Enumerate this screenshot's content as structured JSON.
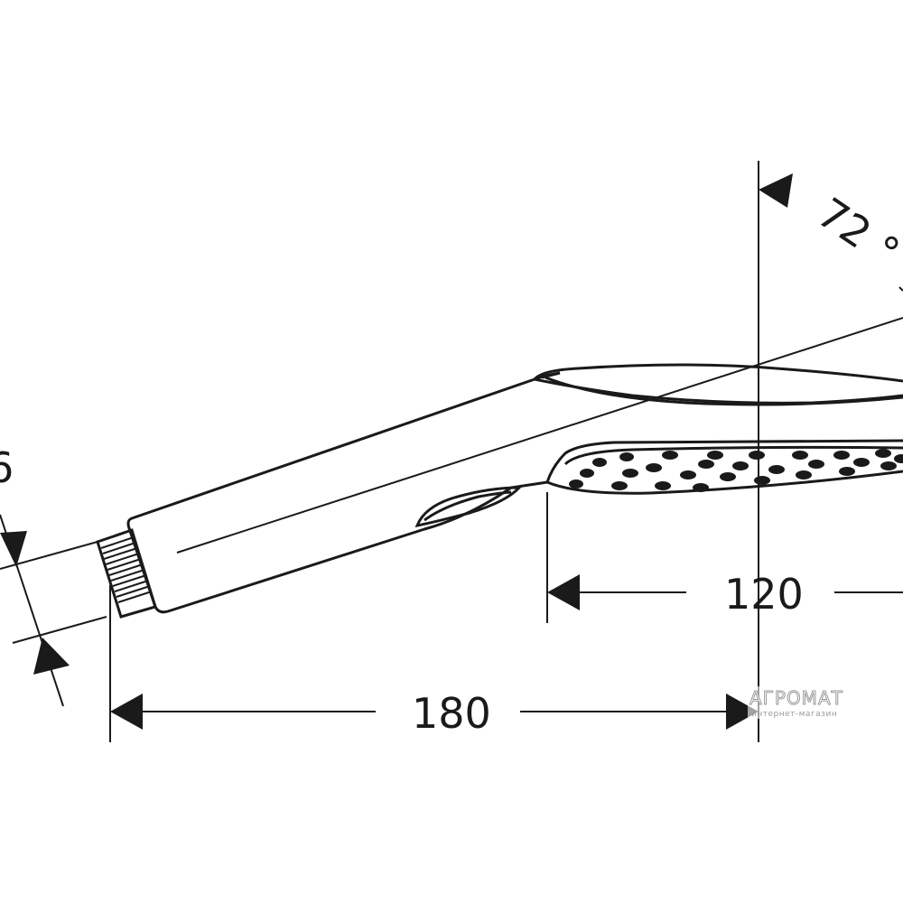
{
  "dimensions": {
    "overall_length": "180",
    "spray_face_width": "120",
    "tilt_angle": "72 °",
    "left_cut_label": "6"
  },
  "watermark": {
    "title": "АГРОМАТ",
    "subtitle": "интернет-магазин"
  }
}
